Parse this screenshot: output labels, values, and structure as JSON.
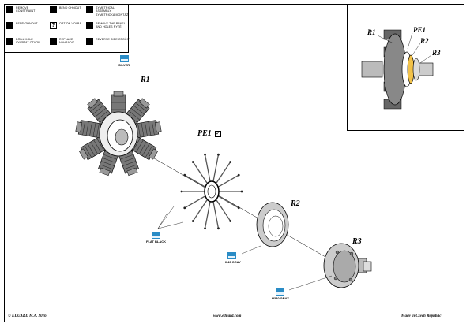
{
  "legend": [
    {
      "icon": "remove-constraint-icon",
      "text": "REMOVE CONSTRAINT"
    },
    {
      "icon": "bend-icon",
      "text": "BEND OHNOUT"
    },
    {
      "icon": "symmetrical-assembly-icon",
      "text": "SYMETRICAL ASSEMBLY SYMETRICKÁ MONTÁŽ"
    },
    {
      "icon": "bend-bent-icon",
      "text": "BEND OHNOUT"
    },
    {
      "icon": "option-icon",
      "text": "OPTION VOLBA"
    },
    {
      "icon": "remove-paint-icon",
      "text": "REMOVE THE PANEL AND HOLES RYTÉ"
    },
    {
      "icon": "drill-hole-icon",
      "text": "DRILL HOLE VYVRTAT OTVOR"
    },
    {
      "icon": "replace-icon",
      "text": "REPLACE NAHRADIT"
    },
    {
      "icon": "reverse-side-icon",
      "text": "REVERSE SIDE OTOČIT"
    }
  ],
  "parts": {
    "r1": "R1",
    "pe1": "PE1",
    "r2": "R2",
    "r3": "R3"
  },
  "inset_labels": {
    "r1": "R1",
    "pe1": "PE1",
    "r2": "R2",
    "r3": "R3"
  },
  "color_tags": {
    "silver": "SILVER",
    "flat_black": "FLAT BLACK",
    "gray_r2": "H340 GRAY",
    "gray_r3": "H340 GRAY"
  },
  "pe1_check": "✓",
  "footer": {
    "left": "© EDUARD M.A. 2016",
    "center": "www.eduard.com",
    "right": "Made in Czech Republic"
  }
}
